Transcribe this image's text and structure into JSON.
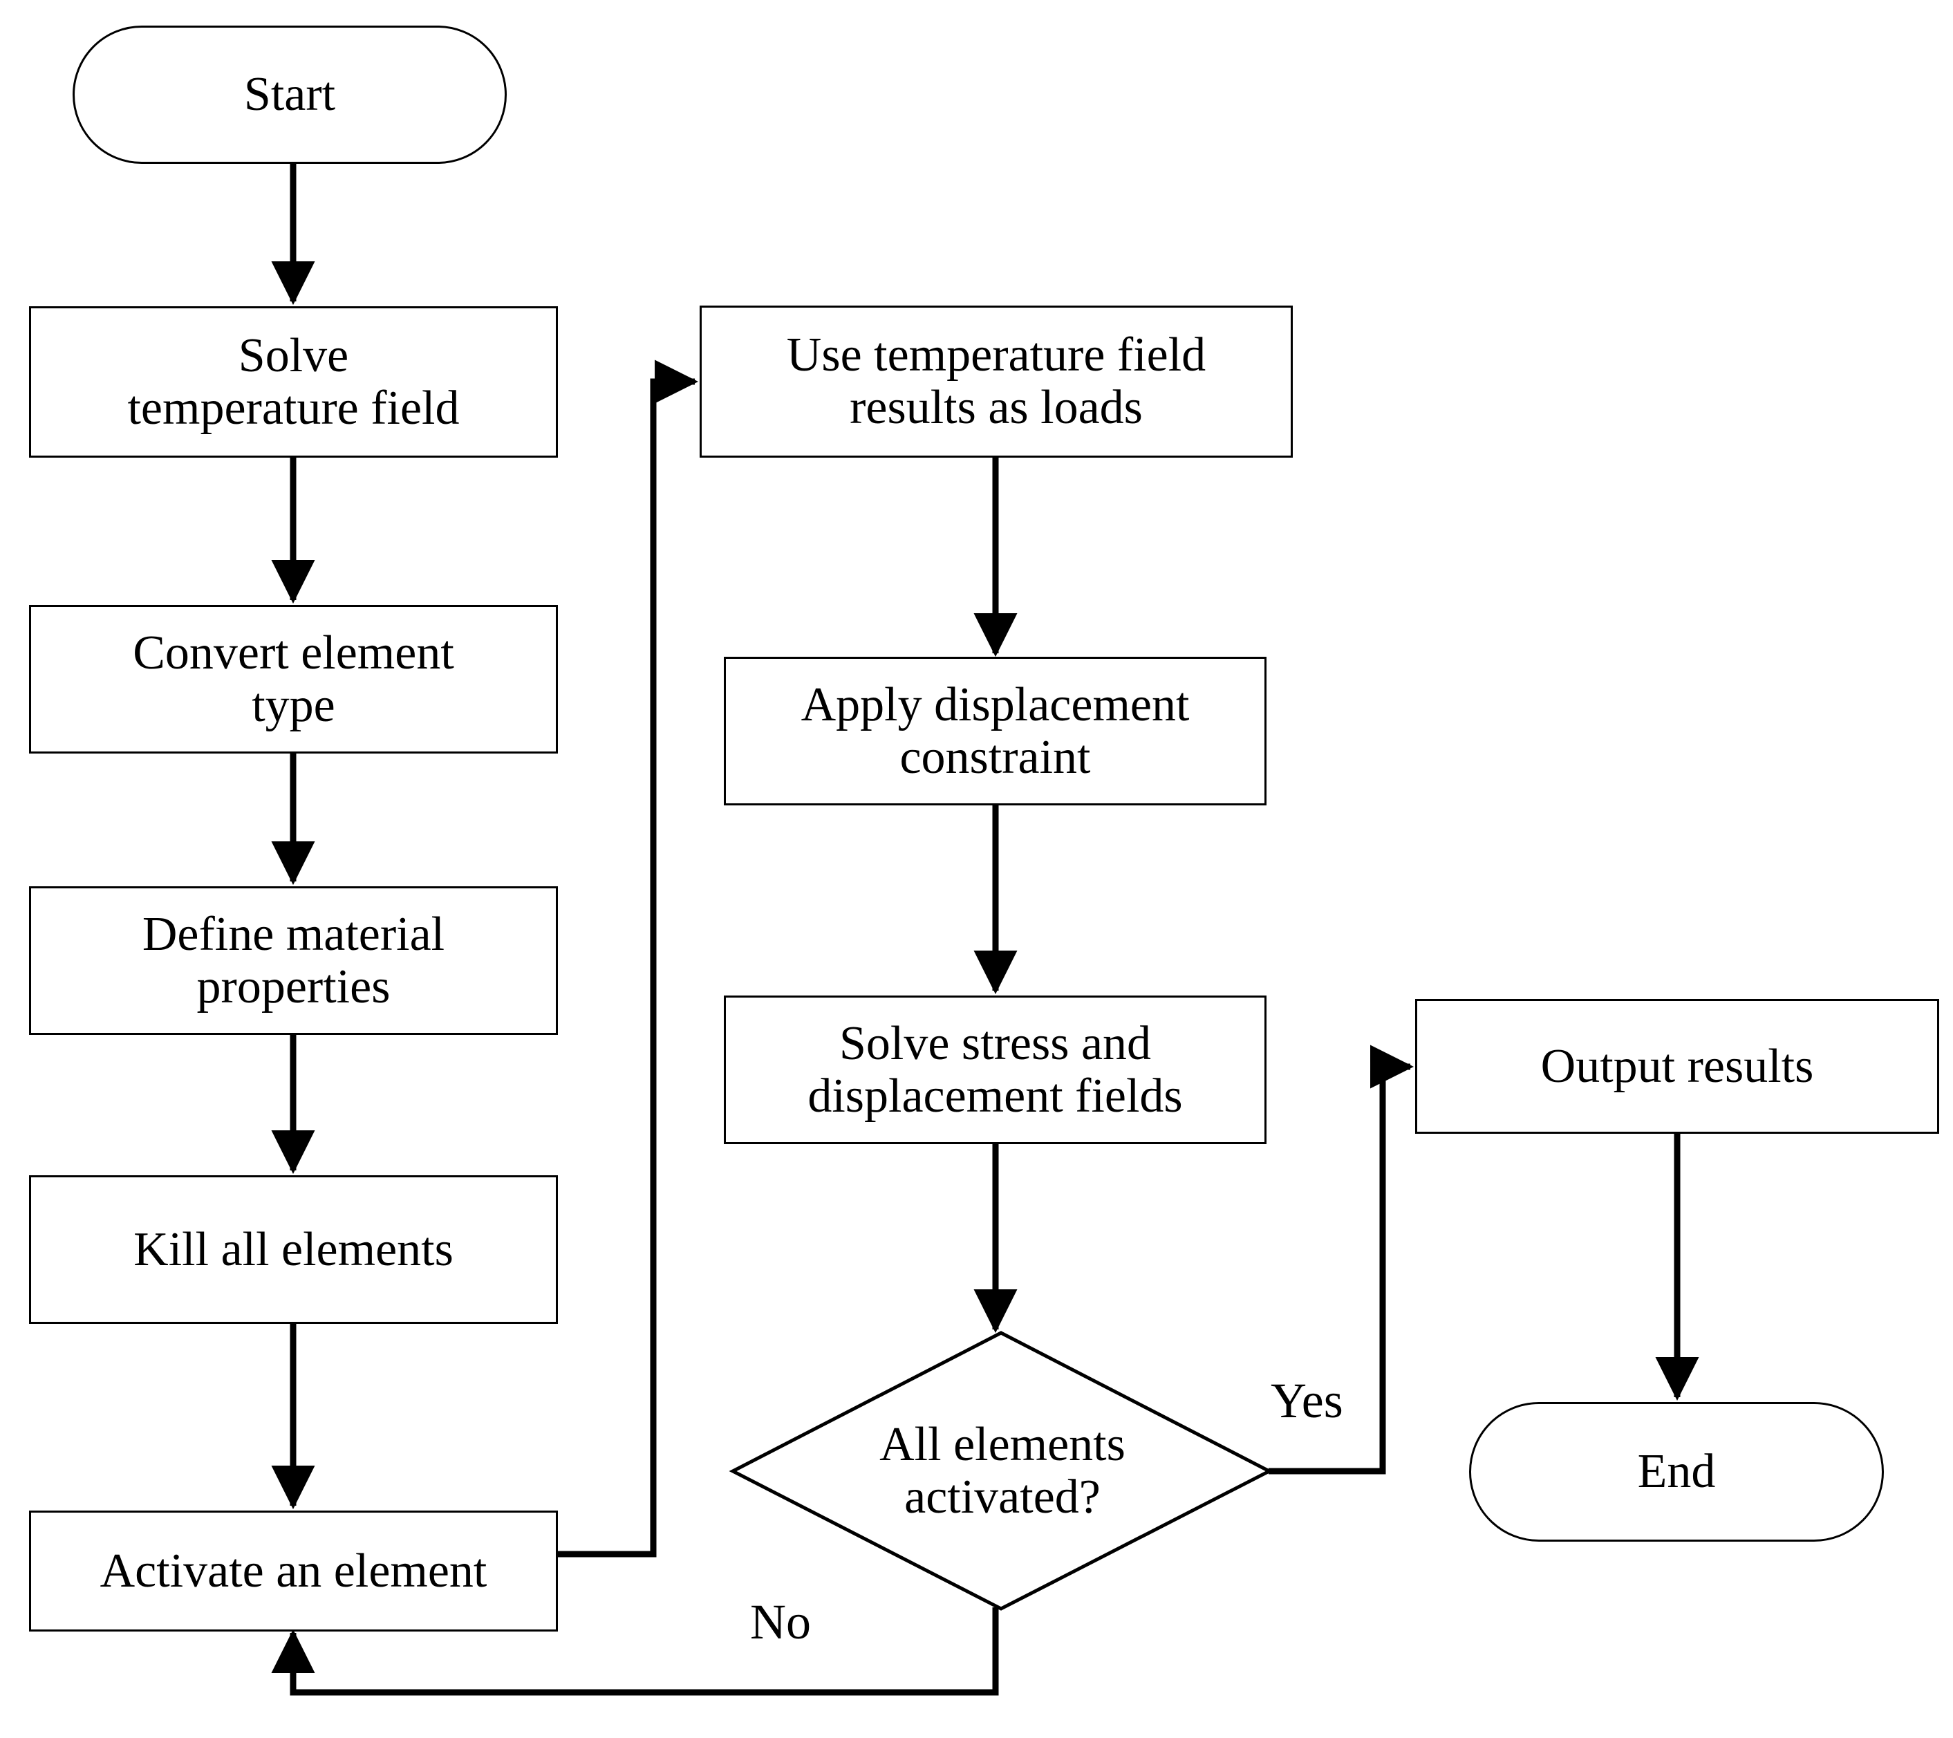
{
  "diagram": {
    "type": "flowchart",
    "title": "",
    "orientation": "left-to-right columns with feedback loop",
    "colors": {
      "background": "#ffffff",
      "stroke": "#000000",
      "text": "#000000",
      "node_fill": "#ffffff"
    },
    "nodes": [
      {
        "id": "start",
        "shape": "terminal",
        "label": "Start"
      },
      {
        "id": "solve_temp",
        "shape": "process",
        "label": "Solve\ntemperature field"
      },
      {
        "id": "convert_elem",
        "shape": "process",
        "label": "Convert element\ntype"
      },
      {
        "id": "define_mat",
        "shape": "process",
        "label": "Define material\nproperties"
      },
      {
        "id": "kill_elems",
        "shape": "process",
        "label": "Kill all elements"
      },
      {
        "id": "activate",
        "shape": "process",
        "label": "Activate an element"
      },
      {
        "id": "use_temp",
        "shape": "process",
        "label": "Use temperature field\nresults as loads"
      },
      {
        "id": "apply_disp",
        "shape": "process",
        "label": "Apply displacement\nconstraint"
      },
      {
        "id": "solve_stress",
        "shape": "process",
        "label": "Solve stress and\ndisplacement fields"
      },
      {
        "id": "decision",
        "shape": "decision",
        "label": "All elements\nactivated?"
      },
      {
        "id": "output",
        "shape": "process",
        "label": "Output results"
      },
      {
        "id": "end",
        "shape": "terminal",
        "label": "End"
      }
    ],
    "edges": [
      {
        "from": "start",
        "to": "solve_temp",
        "label": ""
      },
      {
        "from": "solve_temp",
        "to": "convert_elem",
        "label": ""
      },
      {
        "from": "convert_elem",
        "to": "define_mat",
        "label": ""
      },
      {
        "from": "define_mat",
        "to": "kill_elems",
        "label": ""
      },
      {
        "from": "kill_elems",
        "to": "activate",
        "label": ""
      },
      {
        "from": "activate",
        "to": "use_temp",
        "label": ""
      },
      {
        "from": "use_temp",
        "to": "apply_disp",
        "label": ""
      },
      {
        "from": "apply_disp",
        "to": "solve_stress",
        "label": ""
      },
      {
        "from": "solve_stress",
        "to": "decision",
        "label": ""
      },
      {
        "from": "decision",
        "to": "output",
        "label": "Yes"
      },
      {
        "from": "decision",
        "to": "activate",
        "label": "No"
      },
      {
        "from": "output",
        "to": "end",
        "label": ""
      }
    ],
    "edge_labels": {
      "yes": "Yes",
      "no": "No"
    }
  }
}
